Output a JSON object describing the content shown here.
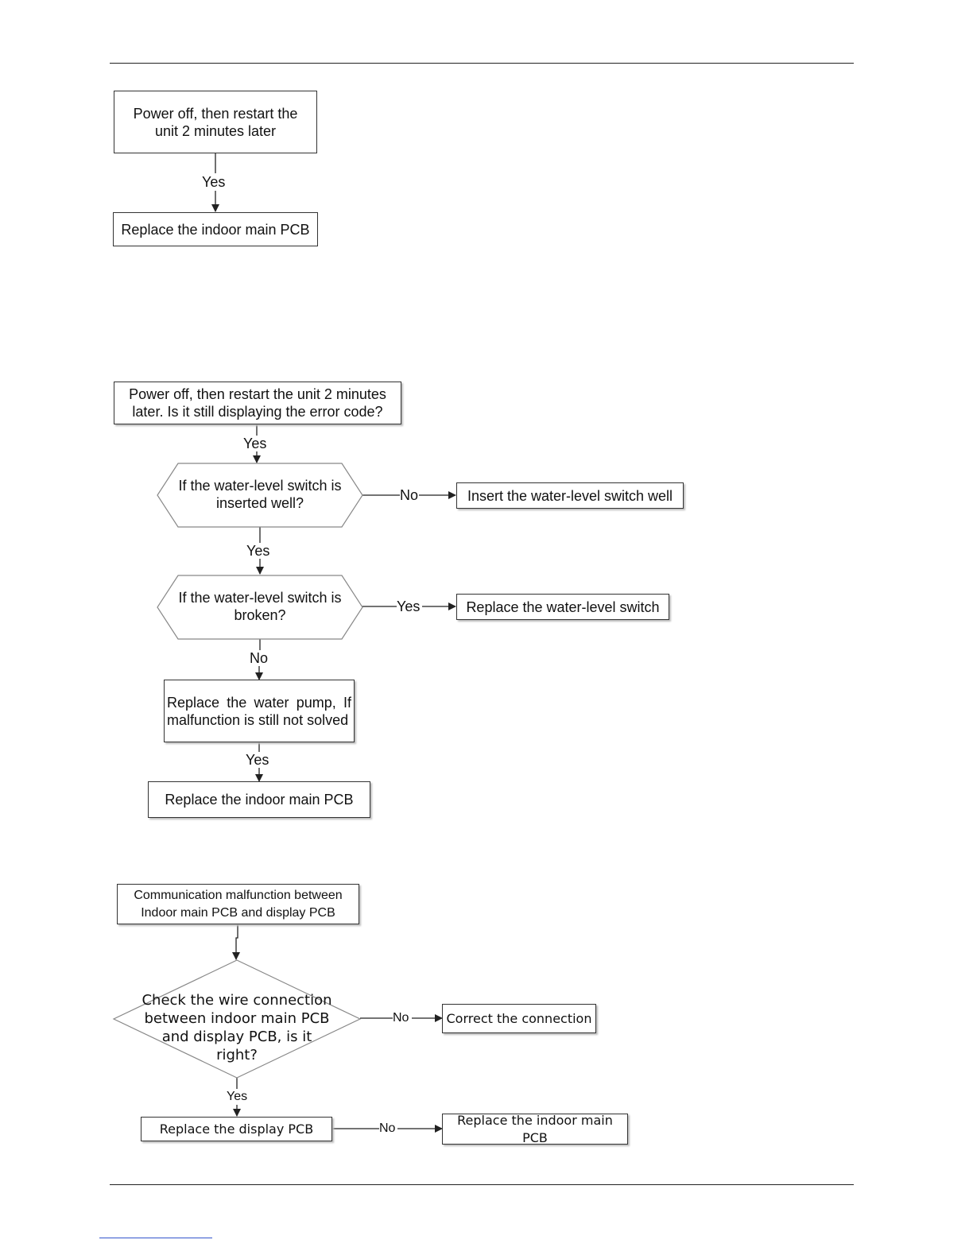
{
  "flow1": {
    "start": "Power off, then restart the unit 2 minutes later",
    "yes": "Yes",
    "end": "Replace the indoor main PCB"
  },
  "flow2": {
    "start": "Power off, then restart the unit 2 minutes later. Is it still displaying the error code?",
    "yes1": "Yes",
    "q1": "If the water-level switch is inserted well?",
    "no1": "No",
    "a1": "Insert the water-level switch well",
    "yes2": "Yes",
    "q2": "If the water-level switch is broken?",
    "yes3": "Yes",
    "a2": "Replace the water-level switch",
    "no2": "No",
    "step": "Replace the water pump, If malfunction is still not solved",
    "yes4": "Yes",
    "end": "Replace the indoor main PCB"
  },
  "flow3": {
    "start": "Communication malfunction between Indoor main PCB and display PCB",
    "q1": "Check the wire connection between indoor main PCB and display PCB, is it right?",
    "no1": "No",
    "a1": "Correct the connection",
    "yes1": "Yes",
    "step": "Replace the display PCB",
    "no2": "No",
    "end": "Replace the indoor main PCB"
  }
}
